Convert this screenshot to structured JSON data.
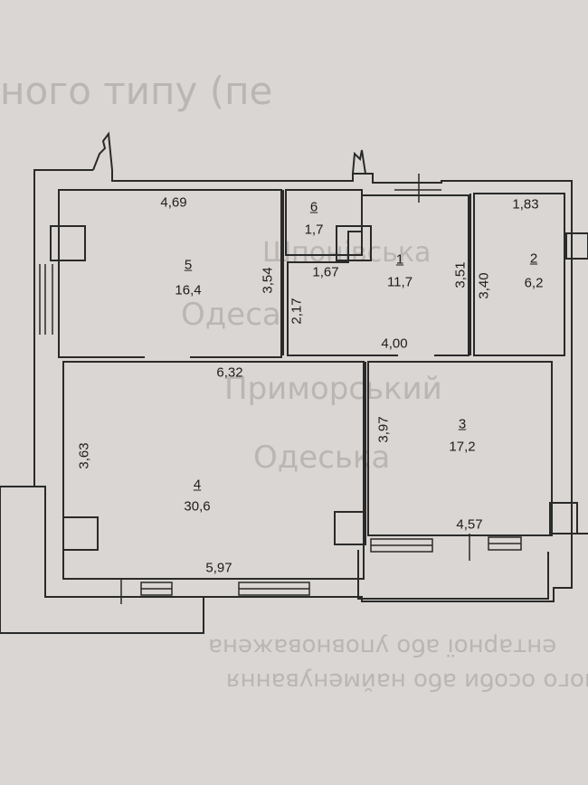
{
  "plan": {
    "rooms": [
      {
        "number": "1",
        "area": "11,7"
      },
      {
        "number": "2",
        "area": "6,2"
      },
      {
        "number": "3",
        "area": "17,2"
      },
      {
        "number": "4",
        "area": "30,6"
      },
      {
        "number": "5",
        "area": "16,4"
      },
      {
        "number": "6",
        "area": "1,7"
      }
    ],
    "dimensions": {
      "d_469": "4,69",
      "d_354": "3,54",
      "d_167": "1,67",
      "d_217": "2,17",
      "d_351": "3,51",
      "d_340": "3,40",
      "d_183": "1,83",
      "d_400": "4,00",
      "d_632": "6,32",
      "d_363": "3,63",
      "d_397": "3,97",
      "d_597": "5,97",
      "d_457": "4,57"
    }
  },
  "background_print": {
    "line1": "ентарної або уповноважена",
    "line2": "ного особи або найменування",
    "line3": "Шпонівська",
    "line4": "Одеса",
    "line5": "Приморський",
    "line6": "Одеська",
    "line7": "ного типу (пе"
  }
}
